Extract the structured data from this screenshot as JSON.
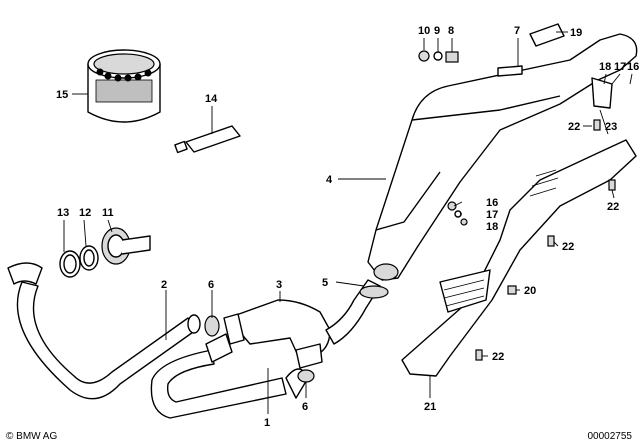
{
  "callouts": [
    {
      "id": "c10",
      "label": "10"
    },
    {
      "id": "c9",
      "label": "9"
    },
    {
      "id": "c8",
      "label": "8"
    },
    {
      "id": "c7",
      "label": "7"
    },
    {
      "id": "c19",
      "label": "19"
    },
    {
      "id": "c18a",
      "label": "18"
    },
    {
      "id": "c17a",
      "label": "17"
    },
    {
      "id": "c16a",
      "label": "16"
    },
    {
      "id": "c15",
      "label": "15"
    },
    {
      "id": "c14",
      "label": "14"
    },
    {
      "id": "c22a",
      "label": "22"
    },
    {
      "id": "c23",
      "label": "23"
    },
    {
      "id": "c4",
      "label": "4"
    },
    {
      "id": "c16b",
      "label": "16"
    },
    {
      "id": "c17b",
      "label": "17"
    },
    {
      "id": "c18b",
      "label": "18"
    },
    {
      "id": "c13",
      "label": "13"
    },
    {
      "id": "c12",
      "label": "12"
    },
    {
      "id": "c11",
      "label": "11"
    },
    {
      "id": "c22b",
      "label": "22"
    },
    {
      "id": "c22c",
      "label": "22"
    },
    {
      "id": "c3",
      "label": "3"
    },
    {
      "id": "c5",
      "label": "5"
    },
    {
      "id": "c2",
      "label": "2"
    },
    {
      "id": "c6a",
      "label": "6"
    },
    {
      "id": "c20",
      "label": "20"
    },
    {
      "id": "c22d",
      "label": "22"
    },
    {
      "id": "c1",
      "label": "1"
    },
    {
      "id": "c6b",
      "label": "6"
    },
    {
      "id": "c21",
      "label": "21"
    }
  ],
  "footer": {
    "copyright": "© BMW AG",
    "code": "00002755"
  }
}
